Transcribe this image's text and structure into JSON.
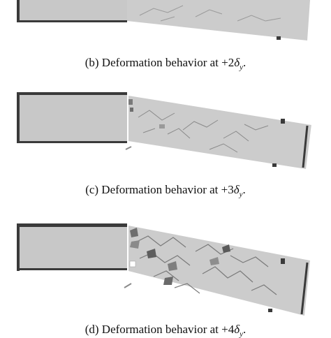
{
  "figure": {
    "panel_b": {
      "caption_prefix": "(b) Deformation behavior at +2",
      "caption_symbol": "δ",
      "caption_subscript": "y",
      "caption_suffix": "."
    },
    "panel_c": {
      "caption_prefix": "(c) Deformation behavior at +3",
      "caption_symbol": "δ",
      "caption_subscript": "y",
      "caption_suffix": "."
    },
    "panel_d": {
      "caption_prefix": "(d) Deformation behavior at +4",
      "caption_symbol": "δ",
      "caption_subscript": "y",
      "caption_suffix": "."
    },
    "colors": {
      "concrete": "#c8c8c8",
      "steel_plate": "#3a3a3a",
      "crack": "#8a8a8a",
      "spall": "#6e6e6e",
      "background": "#ffffff"
    }
  }
}
